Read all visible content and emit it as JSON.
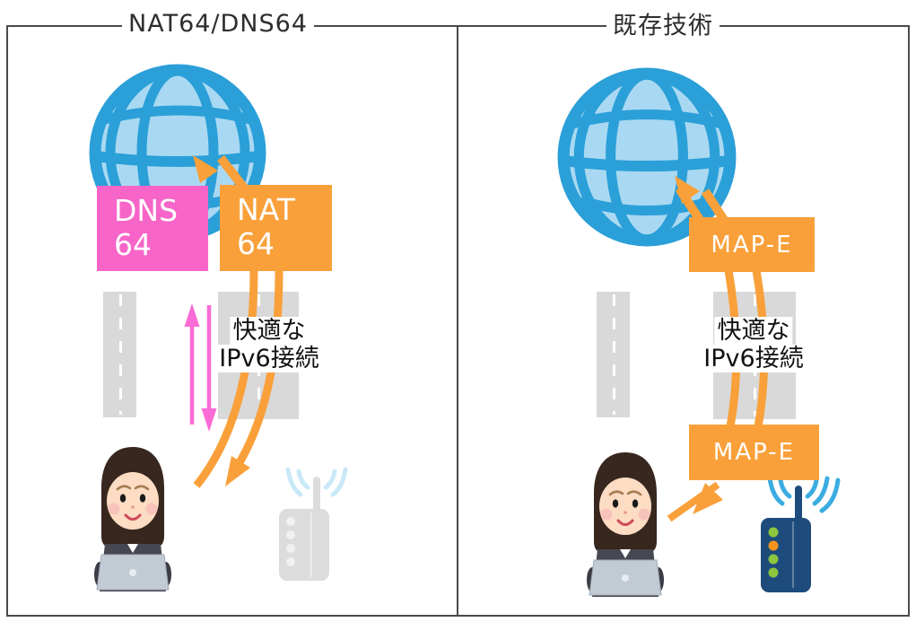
{
  "diagram": {
    "left_panel": {
      "title": "NAT64/DNS64",
      "dns_box": {
        "line1": "DNS",
        "line2": "64"
      },
      "nat_box": {
        "line1": "NAT",
        "line2": "64"
      },
      "caption": {
        "line1": "快適な",
        "line2": "IPv6接続"
      }
    },
    "right_panel": {
      "title": "既存技術",
      "upper_box_label": "MAP-E",
      "lower_box_label": "MAP-E",
      "caption": {
        "line1": "快適な",
        "line2": "IPv6接続"
      }
    },
    "icons": {
      "globe": "internet-globe-icon",
      "person": "person-at-laptop-icon",
      "router_inactive": "wifi-router-faded-icon",
      "router_active": "wifi-router-icon"
    },
    "colors": {
      "box_pink": "#F765C8",
      "box_orange": "#F9A03A",
      "arrow_orange": "#F9A03A",
      "arrow_pink": "#FB6CD6",
      "globe_stroke": "#2B9FD8",
      "globe_fill": "#A9D9F2",
      "road_gray": "#D9D9D9",
      "router_navy": "#1D4B7C",
      "router_faded": "#DCDCDC",
      "led_green": "#8DC63F",
      "led_orange": "#F7941D",
      "wifi_blue": "#3BACE2",
      "wifi_pale": "#C9E8F8",
      "frame_border": "#4A4A4A"
    }
  }
}
